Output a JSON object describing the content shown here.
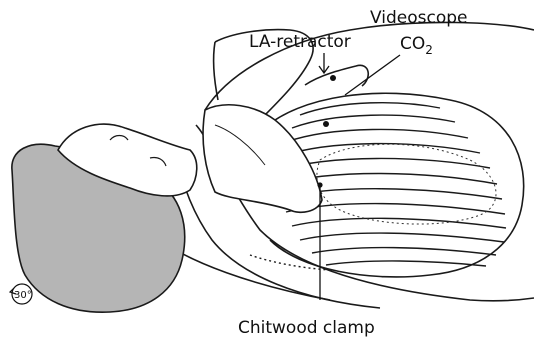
{
  "labels": {
    "videoscope": "Videoscope",
    "co2_main": "CO",
    "co2_sub": "2",
    "la_retractor": "LA-retractor",
    "chitwood_clamp": "Chitwood clamp",
    "rotation": "30°"
  }
}
